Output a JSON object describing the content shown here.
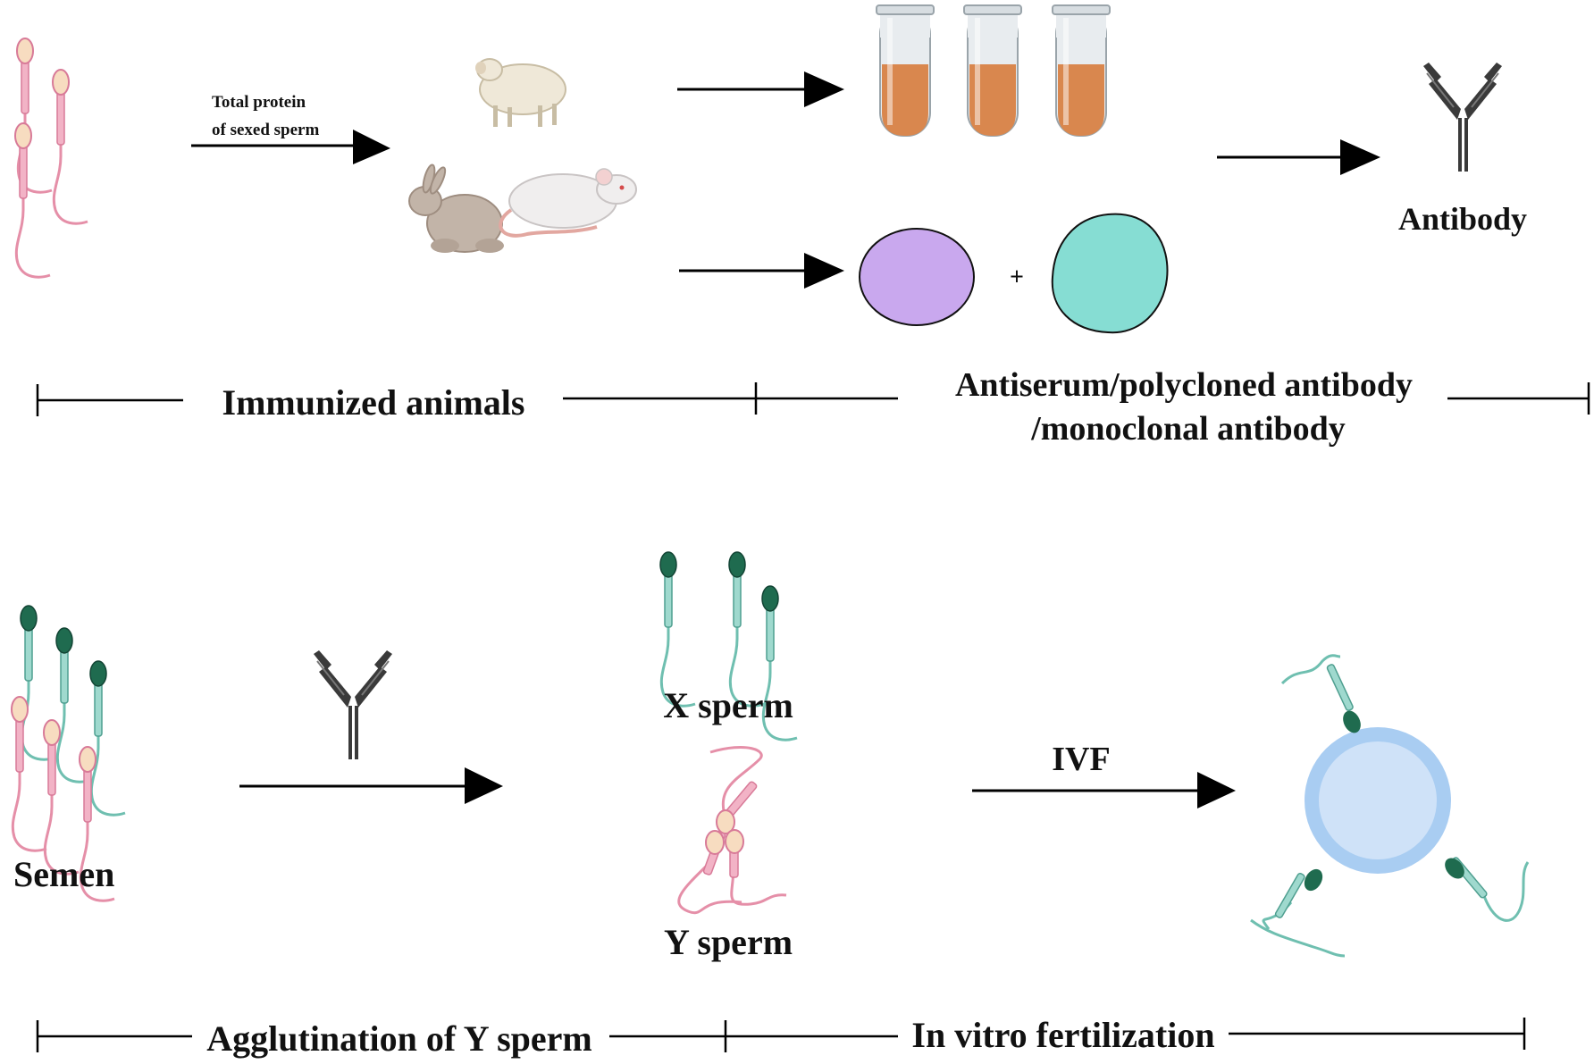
{
  "labels": {
    "total_protein_line1": "Total protein",
    "total_protein_line2": "of sexed sperm",
    "antibody": "Antibody",
    "plus": "+",
    "immunized_animals": "Immunized animals",
    "antiserum_line1": "Antiserum/polycloned antibody",
    "antiserum_line2": "/monoclonal antibody",
    "semen": "Semen",
    "x_sperm": "X sperm",
    "y_sperm": "Y sperm",
    "ivf": "IVF",
    "agglutination": "Agglutination of Y sperm",
    "in_vitro": "In vitro fertilization"
  },
  "colors": {
    "pink_sperm": "#e58fa8",
    "pink_head": "#f7dcc0",
    "green_sperm": "#6fbfb0",
    "green_head": "#1f6b4f",
    "serum": "#d9874e",
    "cell_purple": "#c9a8ee",
    "cell_teal": "#86ddd3",
    "egg_outer": "#a9cdf2",
    "egg_inner": "#cfe2f8",
    "antibody": "#3a3a3a"
  }
}
